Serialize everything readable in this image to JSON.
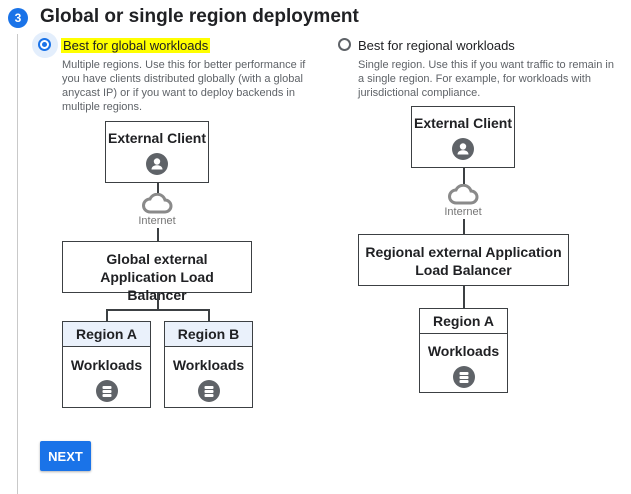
{
  "step": {
    "number": "3",
    "title": "Global or single region deployment"
  },
  "options": [
    {
      "label": "Best for global workloads",
      "selected": true,
      "description": "Multiple regions. Use this for better performance if you have clients distributed globally (with a global anycast IP) or if you want to deploy backends in multiple regions.",
      "diagram": {
        "client": "External Client",
        "internet": "Internet",
        "load_balancer": "Global external Application Load Balancer",
        "regions": [
          {
            "name": "Region A",
            "workloads": "Workloads"
          },
          {
            "name": "Region B",
            "workloads": "Workloads"
          }
        ]
      }
    },
    {
      "label": "Best for regional workloads",
      "selected": false,
      "description": "Single region. Use this if you want traffic to remain in a single region. For example, for workloads with jurisdictional compliance.",
      "diagram": {
        "client": "External Client",
        "internet": "Internet",
        "load_balancer": "Regional external Application Load Balancer",
        "regions": [
          {
            "name": "Region A",
            "workloads": "Workloads"
          }
        ]
      }
    }
  ],
  "next_button": "NEXT",
  "colors": {
    "accent": "#1a73e8",
    "highlight": "#ffff00"
  }
}
